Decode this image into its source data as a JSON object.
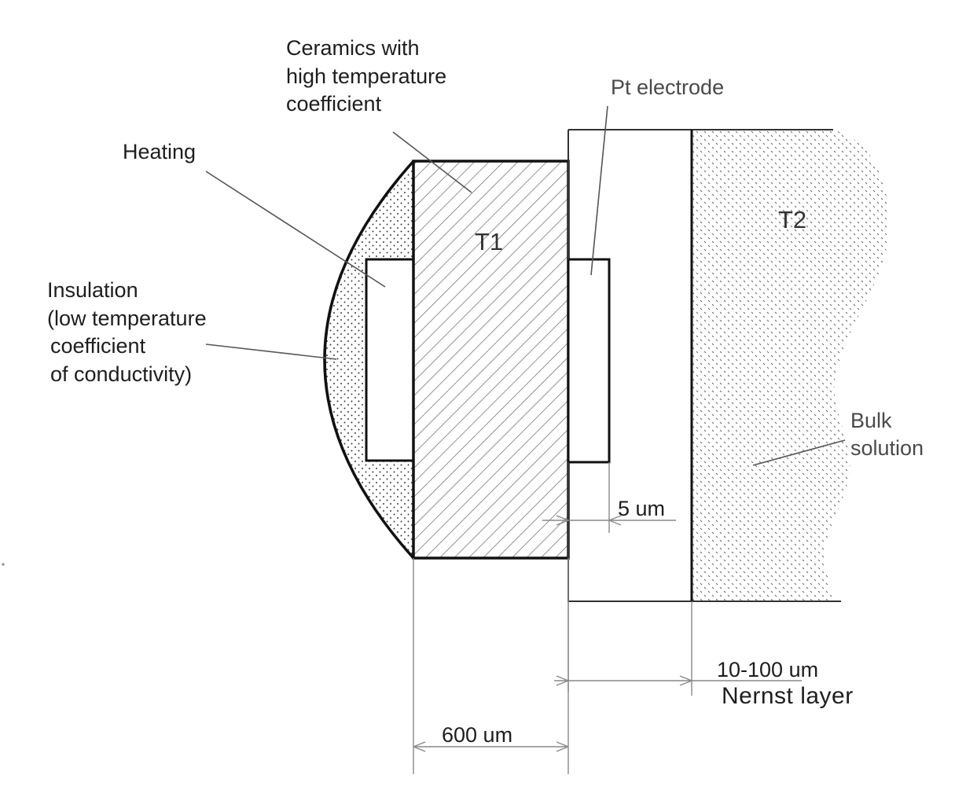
{
  "labels": {
    "ceramics": {
      "line1": "Ceramics with",
      "line2": "high temperature",
      "line3": "coefficient"
    },
    "pt_electrode": "Pt electrode",
    "heating": "Heating",
    "insulation": {
      "line1": "Insulation",
      "line2": "(low temperature",
      "line3": "coefficient",
      "line4": "of conductivity)"
    },
    "t1": "T1",
    "t2": "T2",
    "bulk_solution": {
      "line1": "Bulk",
      "line2": "solution"
    },
    "dim_5um": "5 um",
    "dim_10_100um": "10-100 um",
    "nernst_layer": "Nernst layer",
    "dim_600um": "600 um"
  },
  "colors": {
    "outline": "#111111",
    "leader": "#555555",
    "dimension": "#888888",
    "hatch": "#777777",
    "dots": "#333333"
  }
}
